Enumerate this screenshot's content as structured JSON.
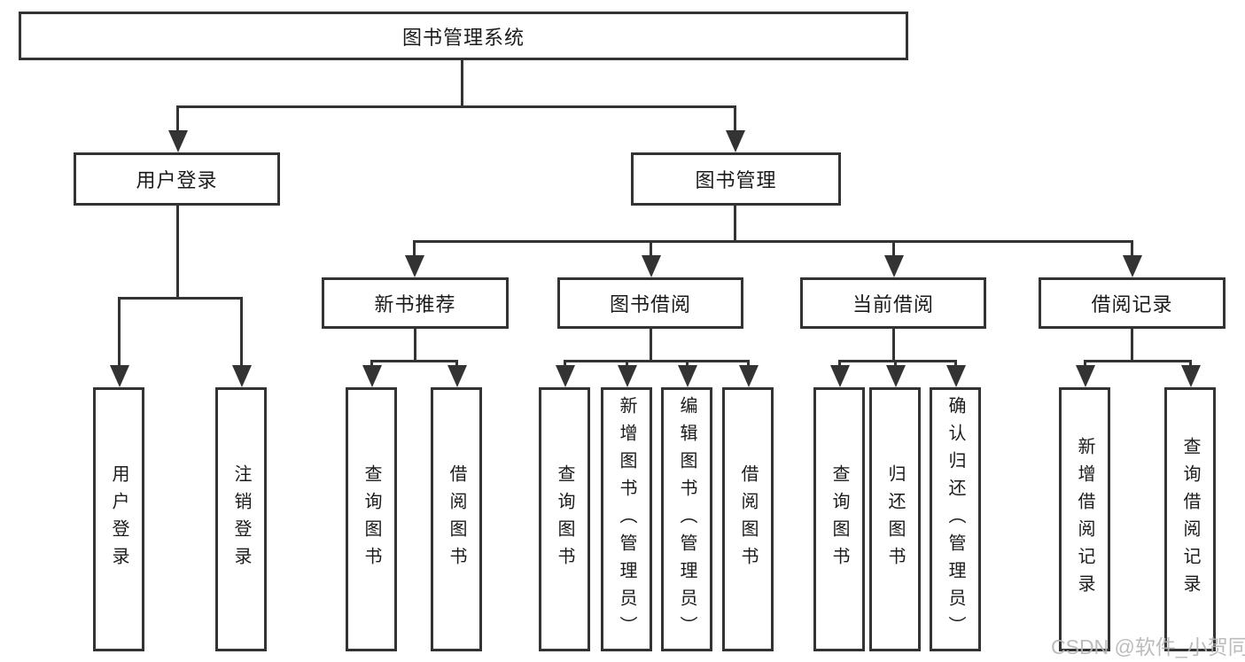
{
  "diagram_type": "tree",
  "root": {
    "label": "图书管理系统"
  },
  "branches": [
    {
      "label": "用户登录",
      "children": [
        {
          "label": "用户登录"
        },
        {
          "label": "注销登录"
        }
      ]
    },
    {
      "label": "图书管理",
      "children": [
        {
          "label": "新书推荐",
          "children": [
            {
              "label": "查询图书"
            },
            {
              "label": "借阅图书"
            }
          ]
        },
        {
          "label": "图书借阅",
          "children": [
            {
              "label": "查询图书"
            },
            {
              "label": "新增图书（管理员）"
            },
            {
              "label": "编辑图书（管理员）"
            },
            {
              "label": "借阅图书"
            }
          ]
        },
        {
          "label": "当前借阅",
          "children": [
            {
              "label": "查询图书"
            },
            {
              "label": "归还图书"
            },
            {
              "label": "确认归还（管理员）"
            }
          ]
        },
        {
          "label": "借阅记录",
          "children": [
            {
              "label": "新增借阅记录"
            },
            {
              "label": "查询借阅记录"
            }
          ]
        }
      ]
    }
  ],
  "watermark": {
    "text": "CSDN @软件_小贺同学",
    "color": "#b5b5b5"
  },
  "colors": {
    "line": "#333333",
    "box_border": "#333333",
    "text": "#1b1b1b",
    "background": "#ffffff"
  }
}
